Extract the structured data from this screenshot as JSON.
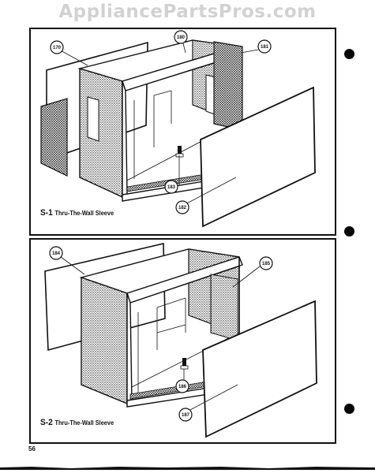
{
  "watermark": "AppliancePartsPros.com",
  "page_number": "56",
  "figures": [
    {
      "code": "S-1",
      "title": "Thru-The-Wall Sleeve",
      "callouts": [
        "170",
        "180",
        "181",
        "182",
        "183"
      ]
    },
    {
      "code": "S-2",
      "title": "Thru-The-Wall Sleeve",
      "callouts": [
        "184",
        "185",
        "186",
        "187"
      ]
    }
  ],
  "colors": {
    "ink": "#111111",
    "paper": "#ffffff",
    "watermark": "#d2d2d2"
  }
}
